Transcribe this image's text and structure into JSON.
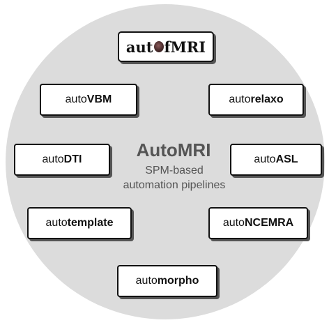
{
  "logo": {
    "prefix": "aut",
    "suffix": "fMRI"
  },
  "center": {
    "title": "AutoMRI",
    "subtitle_line1": "SPM-based",
    "subtitle_line2": "automation pipelines"
  },
  "modules": [
    {
      "prefix": "auto",
      "name": "VBM"
    },
    {
      "prefix": "auto",
      "name": "relaxo"
    },
    {
      "prefix": "auto",
      "name": "DTI"
    },
    {
      "prefix": "auto",
      "name": "ASL"
    },
    {
      "prefix": "auto",
      "name": "template"
    },
    {
      "prefix": "auto",
      "name": "NCEMRA"
    },
    {
      "prefix": "auto",
      "name": "morpho"
    }
  ]
}
